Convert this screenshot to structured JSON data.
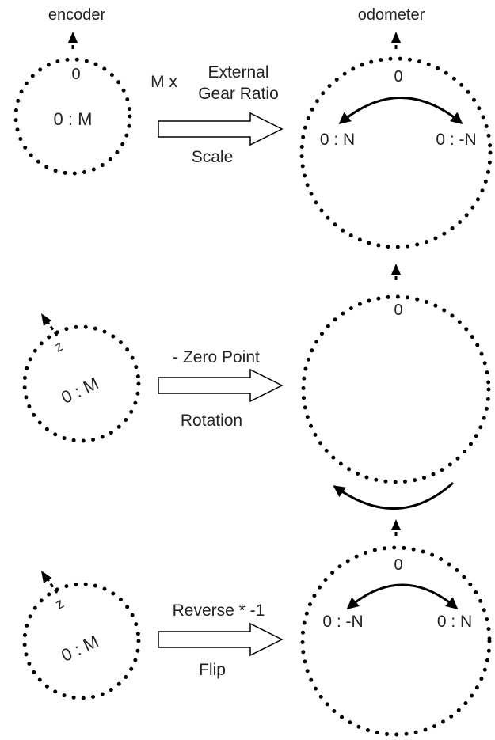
{
  "encoder_title": "encoder",
  "odometer_title": "odometer",
  "scale": {
    "multiplier_label": "M x",
    "ratio_line1": "External",
    "ratio_line2": "Gear Ratio",
    "name": "Scale",
    "encoder_zero": "0",
    "encoder_range": "0 : M",
    "odometer_zero": "0",
    "odometer_left": "0 : N",
    "odometer_right": "0 : -N"
  },
  "rotation": {
    "operation": "- Zero Point",
    "name": "Rotation",
    "encoder_marker": "z",
    "encoder_range": "0 : M",
    "odometer_zero": "0"
  },
  "flip": {
    "operation": "Reverse * -1",
    "name": "Flip",
    "encoder_marker": "z",
    "encoder_range": "0 : M",
    "odometer_zero": "0",
    "odometer_left": "0 : -N",
    "odometer_right": "0 : N"
  }
}
